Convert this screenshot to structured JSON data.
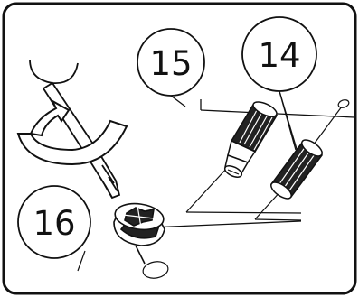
{
  "callouts": [
    {
      "id": "callout-15",
      "number": "15",
      "part": "threaded-dowel"
    },
    {
      "id": "callout-14",
      "number": "14",
      "part": "wooden-dowel"
    },
    {
      "id": "callout-16",
      "number": "16",
      "part": "cam-lock"
    }
  ],
  "icons": {
    "screwdriver": "screwdriver-icon",
    "rotation": "rotation-arrow-icon",
    "threaded_dowel": "threaded-dowel-icon",
    "wooden_dowel": "wooden-dowel-icon",
    "cam_lock": "cam-lock-icon"
  },
  "colors": {
    "stroke": "#111111",
    "paper": "#ffffff",
    "fill_dark": "#222222"
  }
}
